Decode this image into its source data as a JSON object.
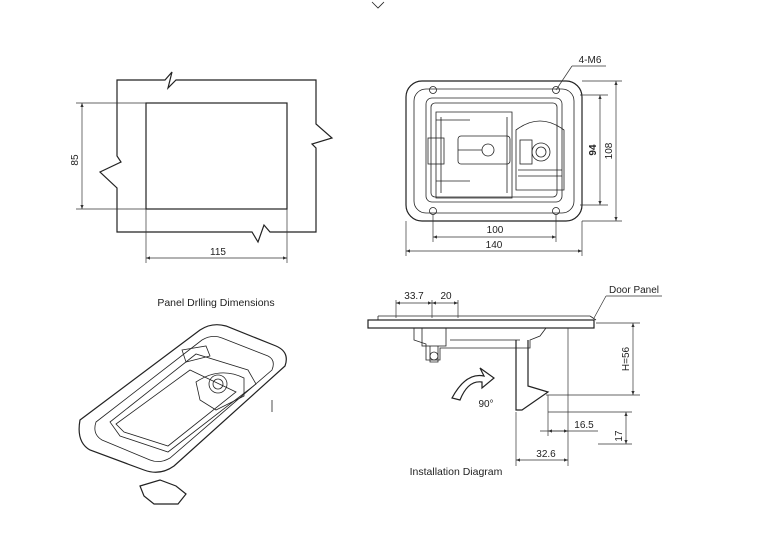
{
  "panel_drilling": {
    "caption": "Panel Drlling Dimensions",
    "dim_height": "85",
    "dim_width": "115"
  },
  "front_view": {
    "callout": "4-M6",
    "dim_inner_height": "94",
    "dim_outer_height": "108",
    "dim_inner_width": "100",
    "dim_outer_width": "140"
  },
  "installation": {
    "caption": "Installation Diagram",
    "door_panel_label": "Door Panel",
    "dim_33_7": "33.7",
    "dim_20": "20",
    "dim_h56": "H=56",
    "dim_16_5": "16.5",
    "dim_17": "17",
    "dim_32_6": "32.6",
    "angle": "90°"
  }
}
